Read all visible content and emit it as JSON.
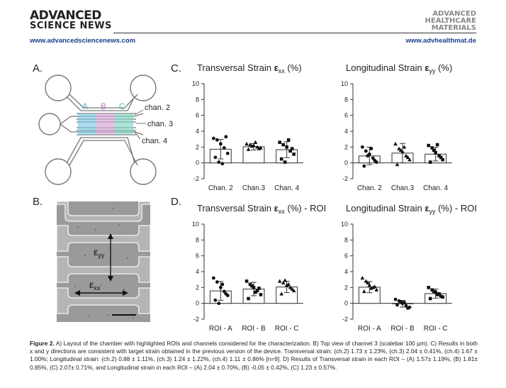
{
  "header": {
    "journal_left_line1": "ADVANCED",
    "journal_left_line2": "SCIENCE NEWS",
    "url_left": "www.advancedsciencenews.com",
    "journal_right_line1": "ADVANCED",
    "journal_right_line2": "HEALTHCARE",
    "journal_right_line3": "MATERIALS",
    "url_right": "www.advhealthmat.de"
  },
  "panels": {
    "a": {
      "letter": "A.",
      "roi_labels": [
        "A",
        "B",
        "C"
      ],
      "channel_labels": [
        "chan. 2",
        "chan. 3",
        "chan. 4"
      ]
    },
    "b": {
      "letter": "B.",
      "eyy": "ε",
      "eyy_sub": "yy",
      "exx": "ε",
      "exx_sub": "xx"
    },
    "c": {
      "letter": "C."
    },
    "d": {
      "letter": "D."
    }
  },
  "colors": {
    "roi_a": "#7ec8e3",
    "roi_b": "#d9a6d9",
    "roi_c": "#7fd6c4",
    "bar_fill": "#ffffff",
    "bar_stroke": "#333333"
  },
  "chart_data": [
    {
      "type": "bar",
      "title_pre": "Transversal Strain ",
      "title_sym": "ε",
      "title_sub": "xx",
      "title_post": " (%)",
      "categories": [
        "Chan. 2",
        "Chan.3",
        "Chan. 4"
      ],
      "values": [
        1.73,
        2.04,
        1.67
      ],
      "errors": [
        1.23,
        0.41,
        1.0
      ],
      "marker": [
        "circle",
        "triangle",
        "square"
      ],
      "points": [
        [
          3.1,
          2.9,
          2.4,
          1.9,
          1.2,
          0.7,
          0.1,
          -0.1,
          3.3
        ],
        [
          2.4,
          2.3,
          2.2,
          2.0,
          1.9,
          1.7,
          2.1,
          2.6,
          1.8
        ],
        [
          2.6,
          2.3,
          2.0,
          1.5,
          1.1,
          0.5,
          0.1,
          2.9,
          1.8
        ]
      ],
      "yticks": [
        -2,
        0,
        2,
        4,
        6,
        8,
        10
      ],
      "ylim": [
        -2,
        10
      ]
    },
    {
      "type": "bar",
      "title_pre": "Longitudinal Strain ",
      "title_sym": "ε",
      "title_sub": "yy",
      "title_post": " (%)",
      "categories": [
        "Chan. 2",
        "Chan.3",
        "Chan. 4"
      ],
      "values": [
        0.88,
        1.24,
        1.11
      ],
      "errors": [
        1.11,
        1.22,
        0.86
      ],
      "marker": [
        "circle",
        "triangle",
        "square"
      ],
      "points": [
        [
          2.0,
          1.5,
          1.1,
          0.6,
          0.1,
          -0.4,
          0.9,
          1.8,
          0.3
        ],
        [
          2.4,
          1.8,
          1.4,
          0.9,
          0.4,
          -0.2,
          1.6,
          2.0,
          0.7
        ],
        [
          2.2,
          1.9,
          1.3,
          0.9,
          0.4,
          0.1,
          1.6,
          2.3,
          0.7
        ]
      ],
      "yticks": [
        -2,
        0,
        2,
        4,
        6,
        8,
        10
      ],
      "ylim": [
        -2,
        10
      ]
    },
    {
      "type": "bar",
      "title_pre": "Transversal Strain ",
      "title_sym": "ε",
      "title_sub": "xx",
      "title_post": " (%) - ROI",
      "categories": [
        "ROI - A",
        "ROI - B",
        "ROI - C"
      ],
      "values": [
        1.57,
        1.81,
        2.07
      ],
      "errors": [
        1.19,
        0.85,
        0.71
      ],
      "marker": [
        "circle",
        "square",
        "triangle"
      ],
      "points": [
        [
          3.2,
          2.7,
          2.0,
          1.5,
          1.0,
          0.4,
          0.0,
          2.4,
          1.2
        ],
        [
          2.8,
          2.4,
          2.0,
          1.6,
          1.1,
          0.6,
          2.2,
          1.4,
          1.9
        ],
        [
          2.8,
          2.6,
          2.3,
          2.0,
          1.6,
          1.2,
          2.9,
          2.4,
          1.8
        ]
      ],
      "yticks": [
        -2,
        0,
        2,
        4,
        6,
        8,
        10
      ],
      "ylim": [
        -2,
        10
      ]
    },
    {
      "type": "bar",
      "title_pre": "Longitudinal Strain ",
      "title_sym": "ε",
      "title_sub": "yy",
      "title_post": " (%) - ROI",
      "categories": [
        "ROI - A",
        "ROI - B",
        "ROI - C"
      ],
      "values": [
        2.04,
        -0.05,
        1.23
      ],
      "errors": [
        0.7,
        0.42,
        0.57
      ],
      "marker": [
        "triangle",
        "circle",
        "square"
      ],
      "points": [
        [
          3.2,
          2.8,
          2.3,
          2.0,
          1.7,
          1.5,
          2.6,
          1.9,
          2.1
        ],
        [
          0.5,
          0.3,
          0.0,
          -0.3,
          -0.5,
          -0.2,
          0.2,
          0.1,
          -0.6
        ],
        [
          2.0,
          1.7,
          1.4,
          1.2,
          0.8,
          0.6,
          1.5,
          1.1,
          0.9
        ]
      ],
      "yticks": [
        -2,
        0,
        2,
        4,
        6,
        8,
        10
      ],
      "ylim": [
        -2,
        10
      ]
    }
  ],
  "caption": {
    "label": "Figure 2.",
    "text": " A) Layout of the chamber with highlighted ROIs and channels considered for the characterization. B) Top view of channel 3 (scalebar 100 µm). C) Results in both x and y directions are consistent with target strain obtained in the previous version of the device. Transversal strain: (ch.2) 1.73 ± 1.23%, (ch.3) 2.04 ± 0.41%, (ch.4) 1.67 ± 1.00%; Longitudinal strain: (ch.2) 0.88 ± 1.11%, (ch.3) 1.24 ± 1.22%, (ch.4) 1.11 ± 0.86% [n=9]. D) Results of Transversal strain in each ROI – (A) 1.57± 1.19%, (B) 1.81± 0.85%, (C) 2.07± 0.71%, and Longitudinal strain in each ROI – (A) 2.04 ± 0.70%, (B) -0.05 ± 0.42%, (C) 1.23 ± 0.57%."
  }
}
